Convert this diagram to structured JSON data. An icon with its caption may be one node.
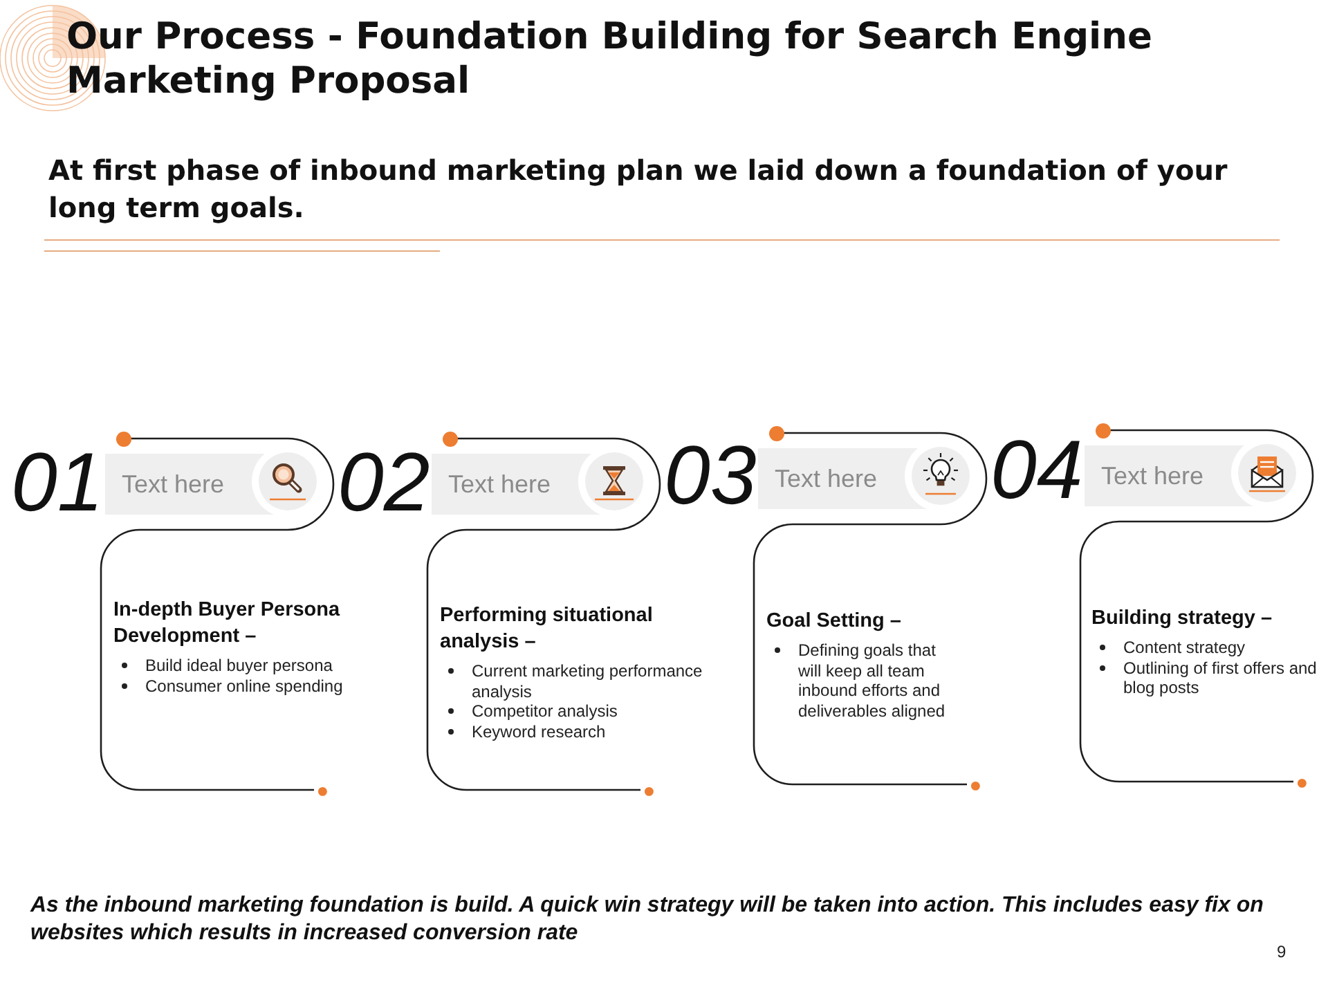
{
  "diagram": {
    "title": "Our Process - Foundation Building for Search Engine Marketing Proposal",
    "nodes": [
      {
        "text": [
          "Text here"
        ],
        "beside": [
          "01"
        ]
      },
      {
        "text": [
          "In-depth Buyer Persona Development –",
          "Build ideal buyer persona",
          "Consumer online spending"
        ]
      },
      {
        "text": [
          "Text here"
        ],
        "beside": [
          "02"
        ]
      },
      {
        "text": [
          "Performing situational analysis –",
          "Current marketing performance analysis",
          "Competitor analysis",
          "Keyword research"
        ]
      },
      {
        "text": [
          "Text here"
        ],
        "beside": [
          "03"
        ]
      },
      {
        "text": [
          "Goal Setting –",
          "Defining goals that will keep all team inbound efforts and deliverables aligned"
        ]
      },
      {
        "text": [
          "Text here"
        ],
        "beside": [
          "04"
        ]
      },
      {
        "text": [
          "Building strategy –",
          "Content strategy",
          "Outlining of first offers and blog posts"
        ]
      }
    ],
    "labels": [
      "At first phase of inbound marketing plan we laid down a foundation of your long term goals.",
      "As the inbound marketing foundation is build. A quick win strategy will be taken into action. This includes easy fix on websites which results in increased conversion rate",
      "9"
    ]
  }
}
